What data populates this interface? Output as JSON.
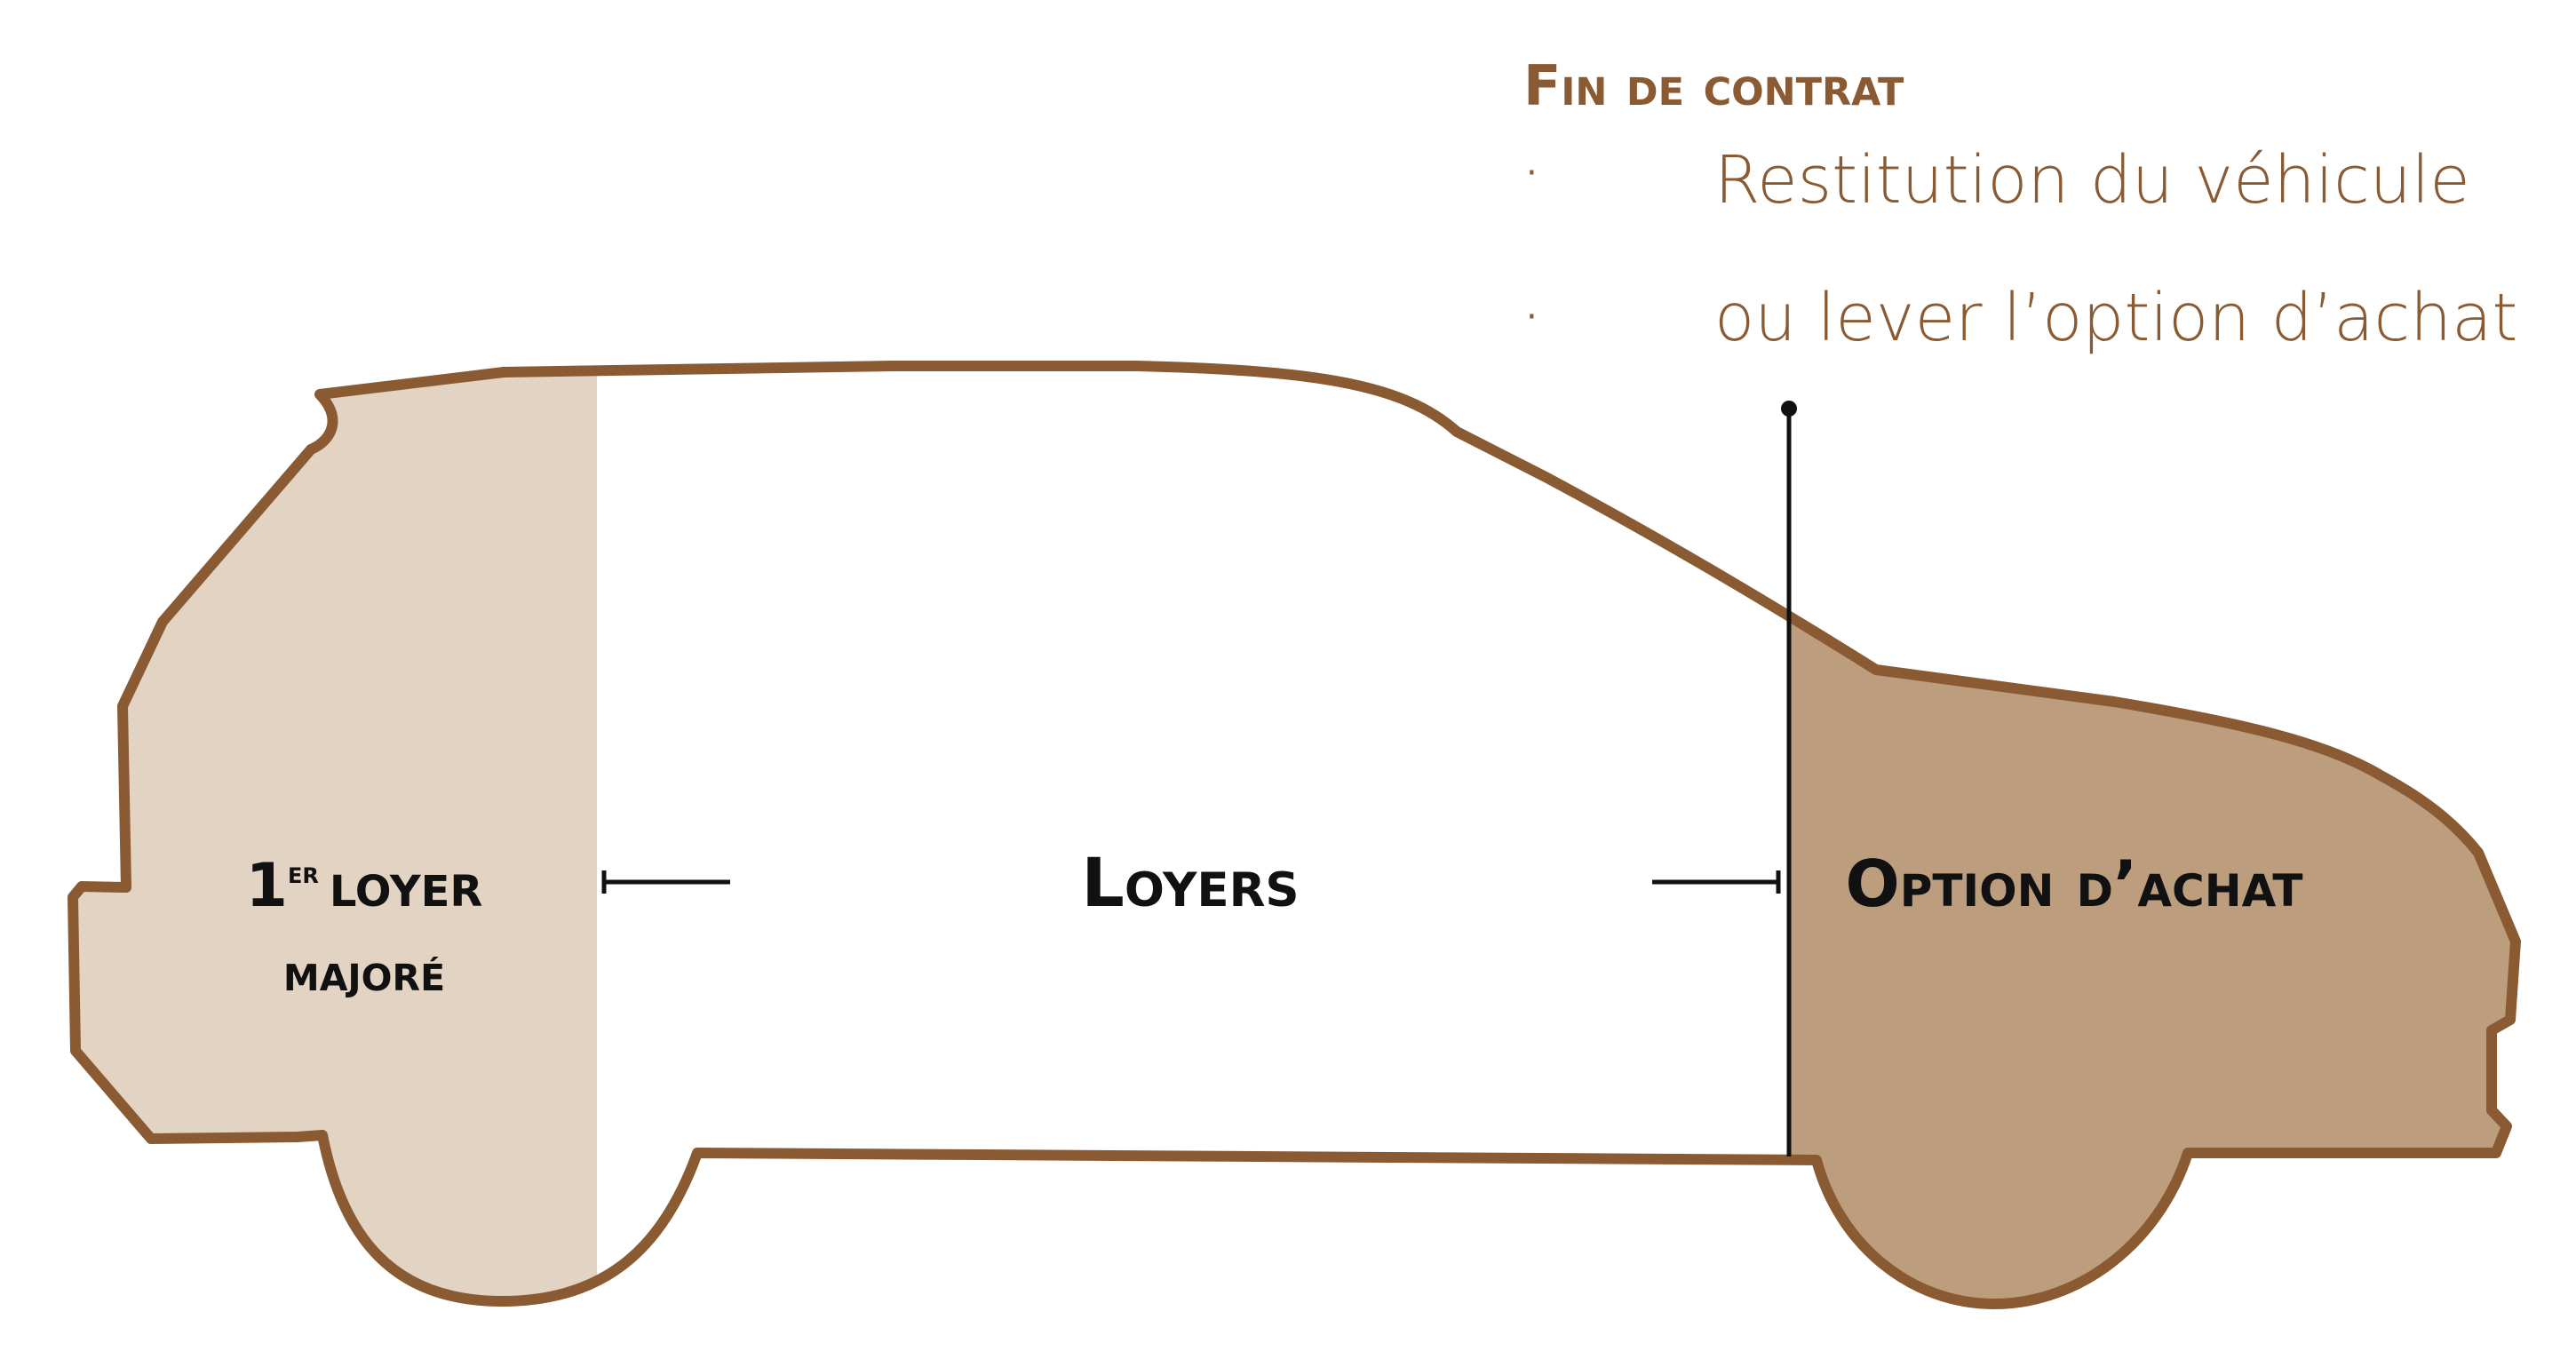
{
  "colors": {
    "outline": "#8a5a32",
    "front_fill": "#e2d3c3",
    "rear_fill": "#bc9e7f",
    "heading": "#8a5a32",
    "bullet_text": "#8a5a32",
    "label_text": "#111111",
    "marker_line": "#111111"
  },
  "end_of_contract": {
    "heading": "Fin de contrat",
    "bullets": [
      "Restitution du véhicule",
      "ou lever l’option d’achat"
    ]
  },
  "sections": {
    "first_payment": {
      "number": "1",
      "superscript": "er",
      "line1": "loyer",
      "line2": "majoré"
    },
    "payments": {
      "label": "Loyers"
    },
    "purchase_option": {
      "label": "Option d’achat"
    }
  }
}
